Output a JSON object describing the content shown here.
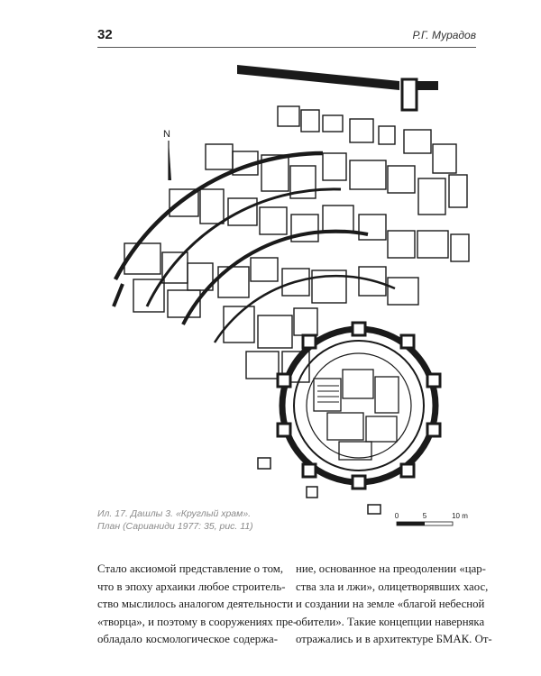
{
  "header": {
    "page_number": "32",
    "running_head": "Р.Г. Мурадов"
  },
  "figure": {
    "north_label": "N",
    "caption_lines": [
      "Ил. 17. Дашлы 3. «Круглый храм».",
      "План (Сарианиди 1977: 35, рис. 11)"
    ],
    "scale": {
      "labels": [
        "0",
        "5",
        "10 m"
      ]
    }
  },
  "body": {
    "left_column": [
      "Стало аксиомой представление о том,",
      "что в эпоху архаики любое строитель-",
      "ство мыслилось аналогом деятельности",
      "«творца», и поэтому в сооружениях пре-",
      "обладало космологическое содержа-"
    ],
    "right_column": [
      "ние, основанное на преодолении «цар-",
      "ства зла и лжи», олицетворявших хаос,",
      "и создании на земле «благой небесной",
      "обители». Такие концепции наверняка",
      "отражались и в архитектуре БМАК. От-"
    ]
  }
}
